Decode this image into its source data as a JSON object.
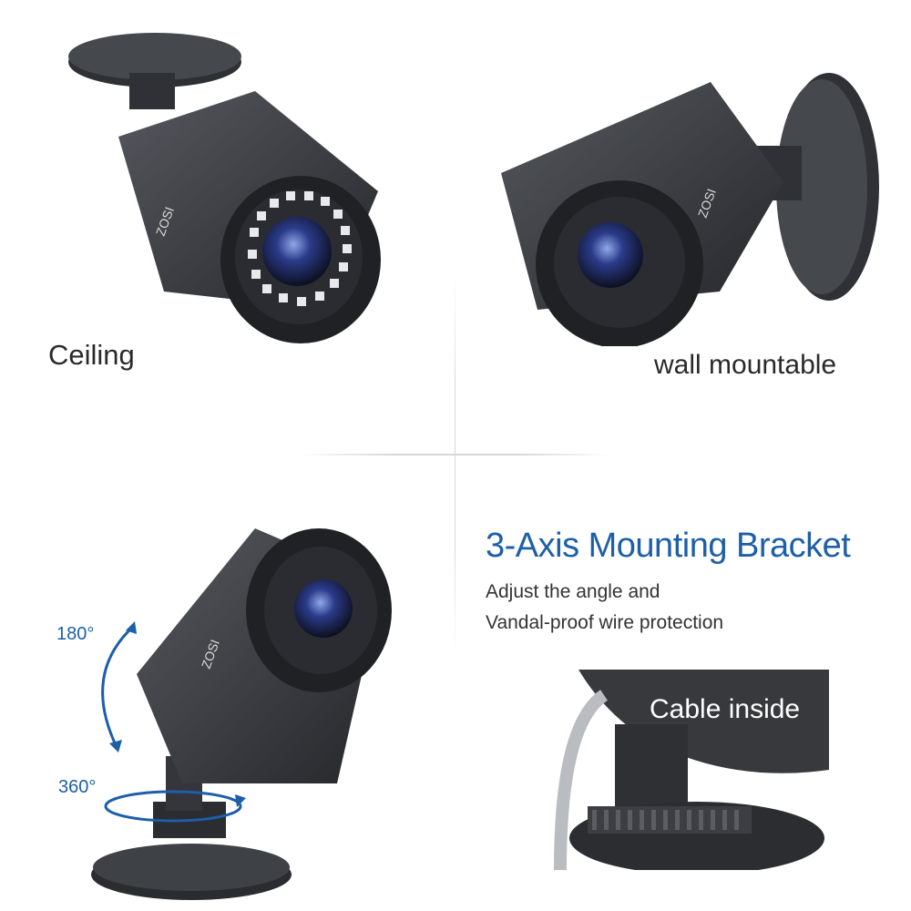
{
  "panels": {
    "ceiling": {
      "label": "Ceiling"
    },
    "wall": {
      "label": "wall mountable"
    },
    "bracket": {
      "title": "3-Axis Mounting Bracket",
      "lines": [
        "Adjust the angle and",
        "Vandal-proof  wire protection"
      ],
      "tilt_label": "180°",
      "pan_label": "360°"
    },
    "cable": {
      "label": "Cable inside"
    }
  },
  "brand": "ZOSI",
  "colors": {
    "accent": "#1d5fa8",
    "camera_body": "#3a3d42",
    "text": "#2a2a2a"
  }
}
